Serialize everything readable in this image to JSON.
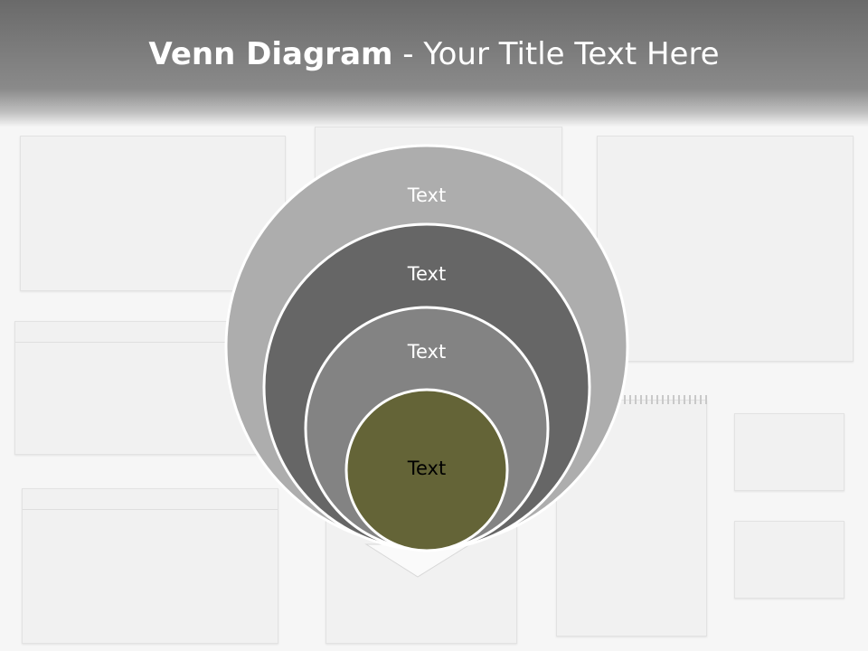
{
  "title": {
    "bold": "Venn Diagram",
    "rest": " - Your Title Text Here"
  },
  "venn": {
    "levels": [
      {
        "label": "Text",
        "fill": "#adadad"
      },
      {
        "label": "Text",
        "fill": "#666666"
      },
      {
        "label": "Text",
        "fill": "#838383"
      },
      {
        "label": "Text",
        "fill": "#646437"
      }
    ],
    "label_colors": [
      "#ffffff",
      "#ffffff",
      "#ffffff",
      "#000000"
    ],
    "stroke": "#ffffff"
  }
}
